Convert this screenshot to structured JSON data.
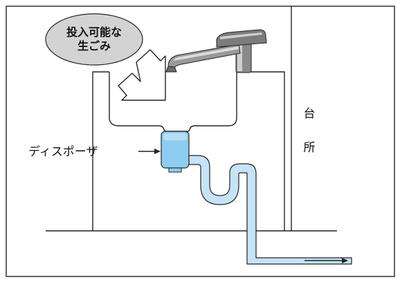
{
  "labels": {
    "bubble_line1": "投入可能な",
    "bubble_line2": "生ごみ",
    "disposer": "ディスポーザ",
    "kitchen_char1": "台",
    "kitchen_char2": "所"
  },
  "colors": {
    "water_fill": "#c6e3f7",
    "disposer_fill": "#8fcdf0",
    "disposer_top": "#b8ddf4",
    "bubble_fill": "#d3d3d3",
    "line": "#222222",
    "faucet_dark": "#5a5a5a",
    "faucet_mid": "#9a9a9a",
    "faucet_light": "#d6d6d6"
  },
  "icons": {
    "input_arrow": "down-right-arrow-icon",
    "label_arrow": "right-arrow-icon",
    "flow_arrow": "flow-right-arrow-icon"
  }
}
